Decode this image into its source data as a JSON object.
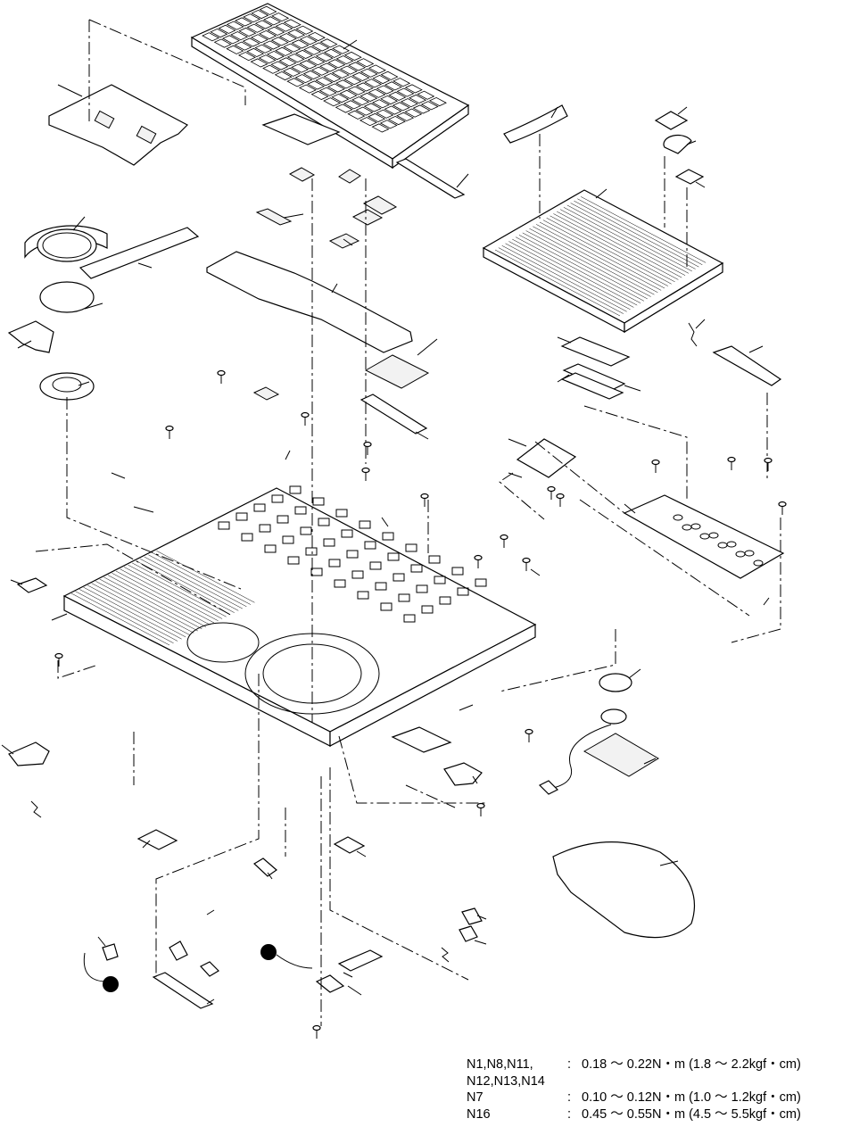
{
  "torque_specs": [
    {
      "parts": "N1,N8,N11,",
      "colon": ":",
      "value": "0.18 ～ 0.22N・m (1.8 ～ 2.2kgf・cm)"
    },
    {
      "parts": "N12,N13,N14",
      "colon": "",
      "value": ""
    },
    {
      "parts": "N7",
      "colon": ":",
      "value": "0.10 ～ 0.12N・m (1.0 ～ 1.2kgf・cm)"
    },
    {
      "parts": "N16",
      "colon": ":",
      "value": "0.45 ～ 0.55N・m (4.5 ～ 5.5kgf・cm)"
    }
  ]
}
